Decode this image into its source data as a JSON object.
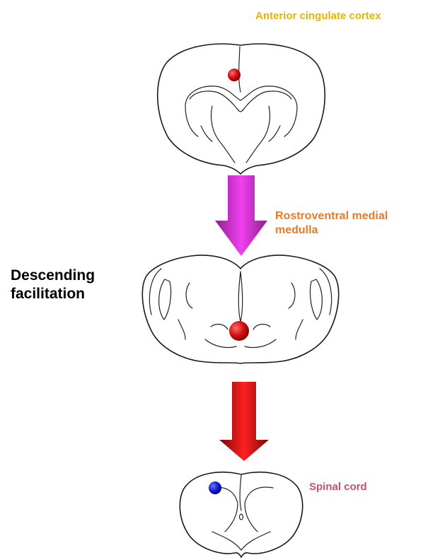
{
  "labels": {
    "anterior_cingulate_cortex": "Anterior cingulate cortex",
    "rostroventral_medial_medulla": "Rostroventral medial\nmedulla",
    "descending_facilitation": "Descending\nfacilitation",
    "spinal_cord": "Spinal cord"
  },
  "colors": {
    "acc_label": "#e8b400",
    "rvm_label": "#e87a28",
    "spinal_cord_label": "#c8506a",
    "lesion_red": "#d41010",
    "spinal_dot_blue": "#1a1ad8",
    "arrow_upper_light": "#f040f0",
    "arrow_upper_dark": "#8e1e8e",
    "arrow_lower_light": "#ff2020",
    "arrow_lower_dark": "#7a0808"
  },
  "icons": {
    "brain_section_upper": "coronal-brain-section-icon",
    "medulla_section": "medulla-section-icon",
    "spinal_cord_section": "spinal-cord-section-icon"
  }
}
